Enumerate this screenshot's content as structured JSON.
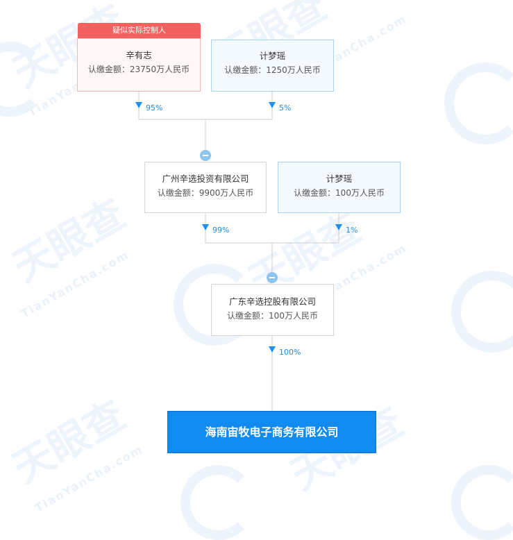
{
  "tag": "疑似实际控制人",
  "nodes": {
    "xin_youzhi": {
      "name": "辛有志",
      "amount": "认缴金额：23750万人民币"
    },
    "ji_mengyao_1": {
      "name": "计梦瑶",
      "amount": "认缴金额：1250万人民币"
    },
    "gz_xinxuan": {
      "name": "广州辛选投资有限公司",
      "amount": "认缴金额：9900万人民币"
    },
    "ji_mengyao_2": {
      "name": "计梦瑶",
      "amount": "认缴金额：100万人民币"
    },
    "gd_xinxuan": {
      "name": "广东辛选控股有限公司",
      "amount": "认缴金额：100万人民币"
    }
  },
  "percents": {
    "p1": "95%",
    "p2": "5%",
    "p3": "99%",
    "p4": "1%",
    "p5": "100%"
  },
  "target": "海南宙牧电子商务有限公司",
  "colors": {
    "accent": "#1e8cf0",
    "tag": "#f2615d",
    "target_bg": "#128bf0"
  }
}
